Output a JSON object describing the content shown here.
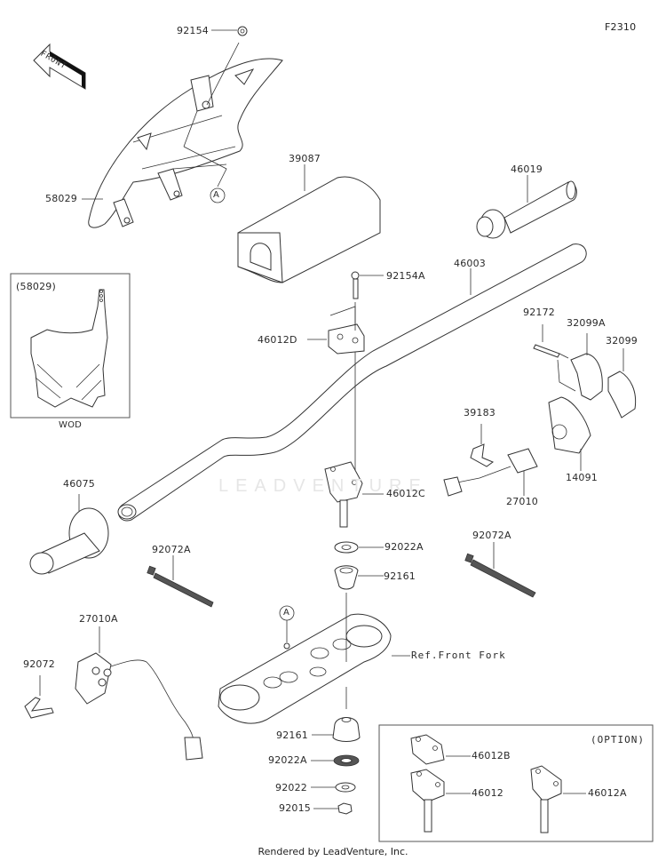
{
  "figure_id": "F2310",
  "footer": "Rendered by LeadVenture, Inc.",
  "watermark": "LEADVENTURE",
  "front_indicator": "FRONT",
  "callout_ref": "A",
  "inset_wod": {
    "title": "(58029)",
    "caption": "WOD"
  },
  "inset_option": {
    "title": "(OPTION)"
  },
  "ref_note": "Ref.Front Fork",
  "parts": [
    {
      "id": "p92154",
      "label": "92154"
    },
    {
      "id": "p58029",
      "label": "58029"
    },
    {
      "id": "p39087",
      "label": "39087"
    },
    {
      "id": "p46019",
      "label": "46019"
    },
    {
      "id": "p46003",
      "label": "46003"
    },
    {
      "id": "p92154A",
      "label": "92154A"
    },
    {
      "id": "p46012D",
      "label": "46012D"
    },
    {
      "id": "p92172",
      "label": "92172"
    },
    {
      "id": "p32099A",
      "label": "32099A"
    },
    {
      "id": "p32099",
      "label": "32099"
    },
    {
      "id": "p39183",
      "label": "39183"
    },
    {
      "id": "p14091",
      "label": "14091"
    },
    {
      "id": "p46075",
      "label": "46075"
    },
    {
      "id": "p46012C",
      "label": "46012C"
    },
    {
      "id": "p27010",
      "label": "27010"
    },
    {
      "id": "p92022A_top",
      "label": "92022A"
    },
    {
      "id": "p92072A_left",
      "label": "92072A"
    },
    {
      "id": "p92072A_right",
      "label": "92072A"
    },
    {
      "id": "p92161_top",
      "label": "92161"
    },
    {
      "id": "p27010A",
      "label": "27010A"
    },
    {
      "id": "p92072",
      "label": "92072"
    },
    {
      "id": "p92161_bot",
      "label": "92161"
    },
    {
      "id": "p92022A_bot",
      "label": "92022A"
    },
    {
      "id": "p92022",
      "label": "92022"
    },
    {
      "id": "p92015",
      "label": "92015"
    },
    {
      "id": "p46012B",
      "label": "46012B"
    },
    {
      "id": "p46012",
      "label": "46012"
    },
    {
      "id": "p46012A",
      "label": "46012A"
    }
  ]
}
